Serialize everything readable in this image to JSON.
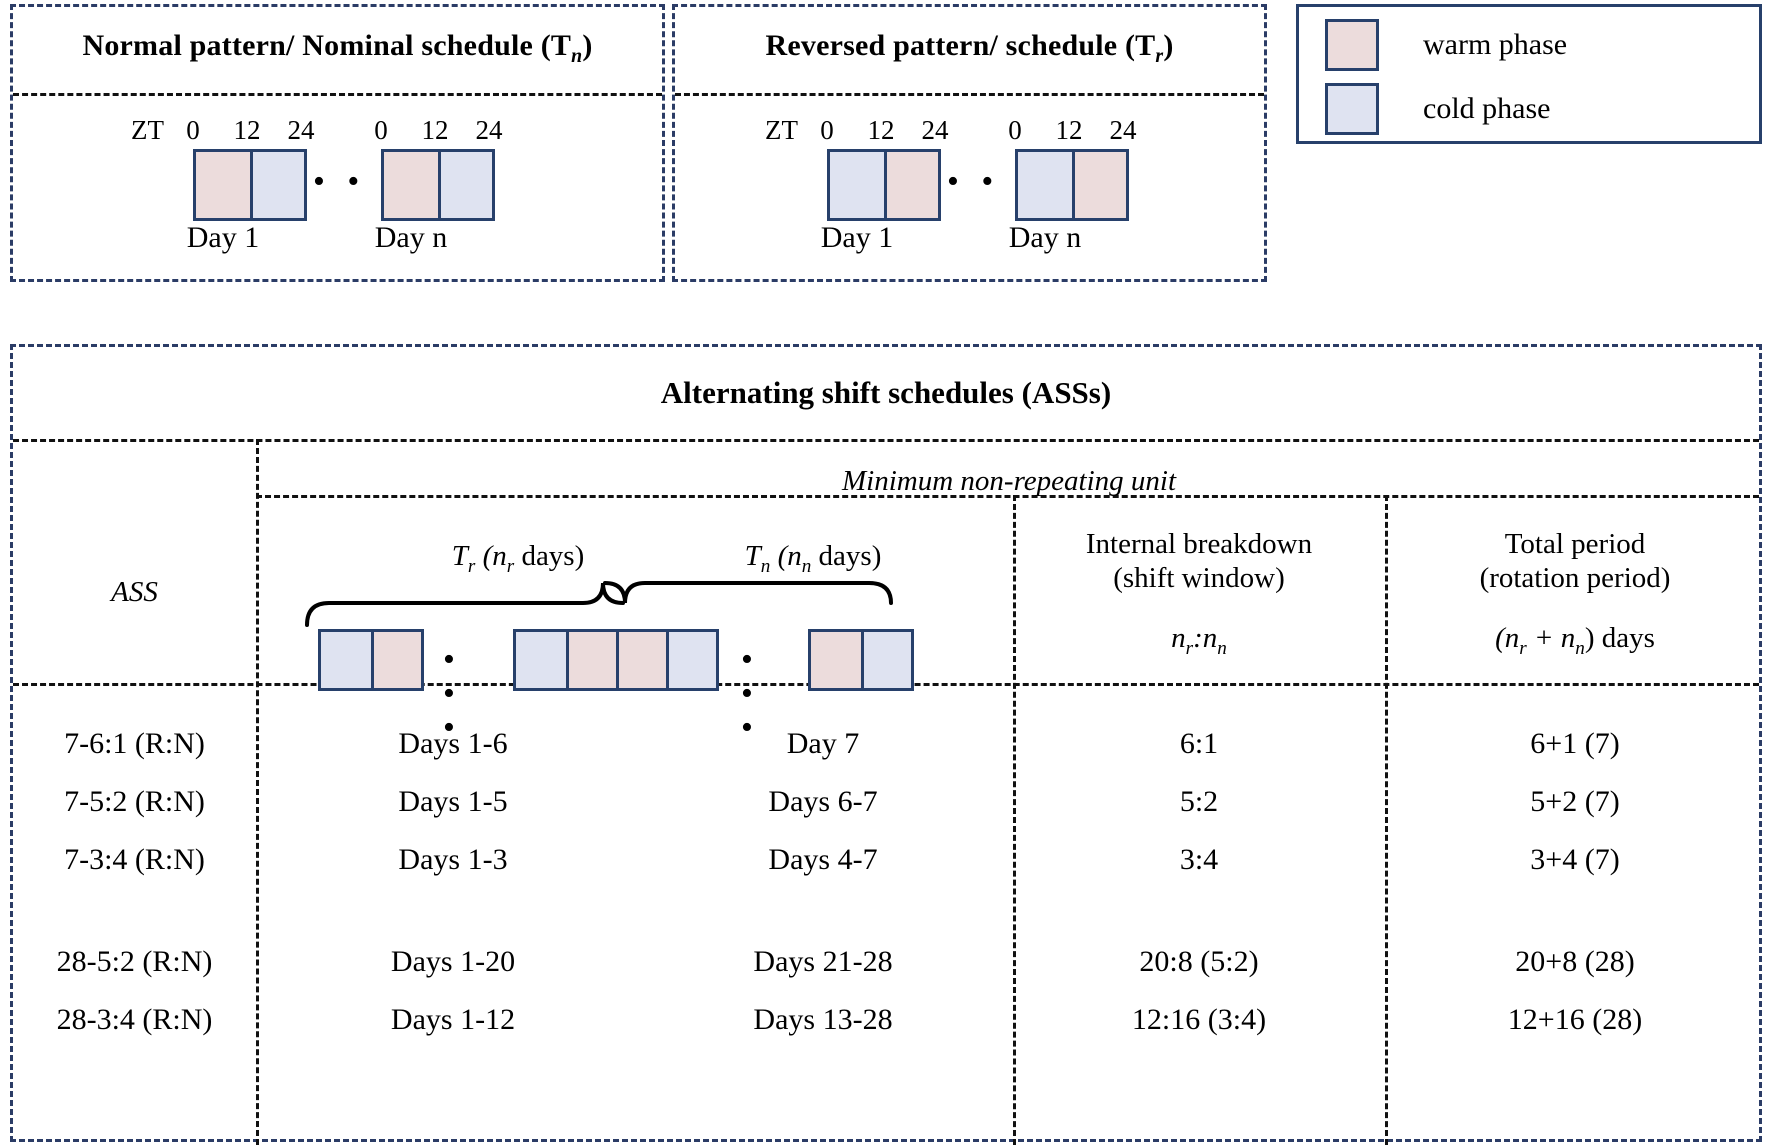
{
  "legend": {
    "items": [
      {
        "label": "warm phase",
        "color": "#ecdcdc",
        "swatch": "warm-swatch"
      },
      {
        "label": "cold phase",
        "color": "#dfe3f1",
        "swatch": "cold-swatch"
      }
    ]
  },
  "top_panels": [
    {
      "title_plain": "Normal pattern/ Nominal schedule (T",
      "title_sub": "n",
      "title_tail": ")",
      "zt_label": "ZT",
      "ticks": [
        "0",
        "12",
        "24"
      ],
      "ticks2": [
        "0",
        "12",
        "24"
      ],
      "day_first": "Day 1",
      "day_last": "Day n",
      "ellipsis": "• • •",
      "first_day_phases": [
        "warm",
        "cold"
      ],
      "last_day_phases": [
        "warm",
        "cold"
      ]
    },
    {
      "title_plain": "Reversed pattern/ schedule (T",
      "title_sub": "r",
      "title_tail": ")",
      "zt_label": "ZT",
      "ticks": [
        "0",
        "12",
        "24"
      ],
      "ticks2": [
        "0",
        "12",
        "24"
      ],
      "day_first": "Day 1",
      "day_last": "Day n",
      "ellipsis": "• • •",
      "first_day_phases": [
        "cold",
        "warm"
      ],
      "last_day_phases": [
        "cold",
        "warm"
      ]
    }
  ],
  "ass": {
    "title": "Alternating shift schedules (ASSs)",
    "mid_header": "Minimum non-repeating unit",
    "col_ass": "ASS",
    "brace_left_label": {
      "T": "T",
      "Tsub": "r",
      "mid": " (n",
      "nsub": "r",
      "tail": " days)"
    },
    "brace_right_label": {
      "T": "T",
      "Tsub": "n",
      "mid": " (n",
      "nsub": "n",
      "tail": " days)"
    },
    "col_internal_line1": "Internal breakdown",
    "col_internal_line2": "(shift window)",
    "col_internal_formula": {
      "a": "n",
      "asub": "r",
      "sep": ":",
      "b": "n",
      "bsub": "n"
    },
    "col_total_line1": "Total period",
    "col_total_line2": "(rotation period)",
    "col_total_formula": {
      "open": "(n",
      "asub": "r",
      "plus": " + n",
      "bsub": "n",
      "close": ") days"
    },
    "diagram": {
      "ellipsis": "• • •",
      "block1_phases": [
        "cold",
        "warm"
      ],
      "block2_phases": [
        "cold",
        "warm",
        "warm",
        "cold"
      ],
      "block3_phases": [
        "warm",
        "cold"
      ]
    },
    "rows": [
      {
        "ass": "7-6:1  (R:N)",
        "tr": "Days 1-6",
        "tn": "Day 7",
        "internal": "6:1",
        "total": "6+1 (7)"
      },
      {
        "ass": "7-5:2  (R:N)",
        "tr": "Days 1-5",
        "tn": "Days 6-7",
        "internal": "5:2",
        "total": "5+2 (7)"
      },
      {
        "ass": "7-3:4  (R:N)",
        "tr": "Days 1-3",
        "tn": "Days 4-7",
        "internal": "3:4",
        "total": "3+4 (7)"
      },
      {
        "ass": "28-5:2  (R:N)",
        "tr": "Days 1-20",
        "tn": "Days 21-28",
        "internal": "20:8 (5:2)",
        "total": "20+8 (28)"
      },
      {
        "ass": "28-3:4  (R:N)",
        "tr": "Days 1-12",
        "tn": "Days 13-28",
        "internal": "12:16 (3:4)",
        "total": "12+16 (28)"
      }
    ]
  },
  "colors": {
    "warm": "#ecdcdc",
    "cold": "#dfe3f1",
    "block_border": "#27406b",
    "frame": "#2b3c66"
  }
}
